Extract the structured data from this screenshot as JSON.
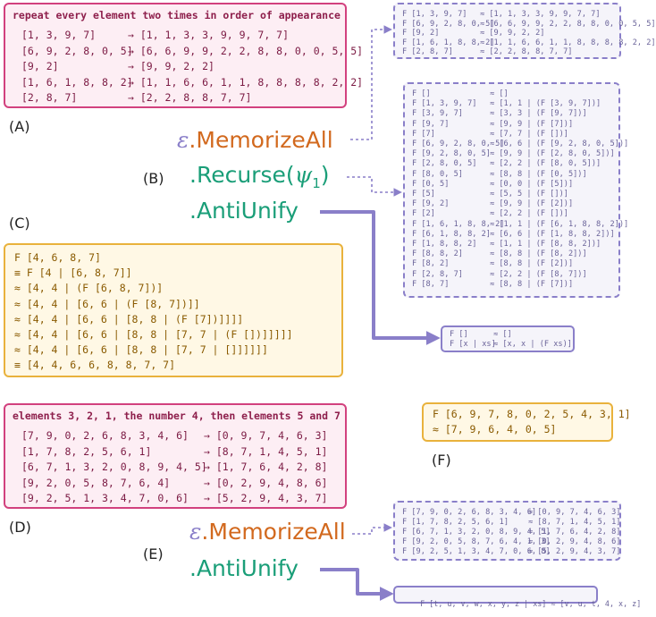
{
  "panels": {
    "a_label": "(A)",
    "b_label": "(B)",
    "c_label": "(C)",
    "d_label": "(D)",
    "e_label": "(E)",
    "f_label": "(F)"
  },
  "task_a": {
    "title": "repeat every element two times in order of appearance",
    "rows": [
      {
        "input": "[1, 3, 9, 7]",
        "output": "→ [1, 1, 3, 3, 9, 9, 7, 7]"
      },
      {
        "input": "[6, 9, 2, 8, 0, 5]",
        "output": "→ [6, 6, 9, 9, 2, 2, 8, 8, 0, 0, 5, 5]"
      },
      {
        "input": "[9, 2]",
        "output": "→ [9, 9, 2, 2]"
      },
      {
        "input": "[1, 6, 1, 8, 8, 2]",
        "output": "→ [1, 1, 6, 6, 1, 1, 8, 8, 8, 8, 2, 2]"
      },
      {
        "input": "[2, 8, 7]",
        "output": "→ [2, 2, 8, 8, 7, 7]"
      }
    ]
  },
  "memo_a": {
    "rows": [
      {
        "lhs": "F [1, 3, 9, 7]",
        "rhs": "≈ [1, 1, 3, 3, 9, 9, 7, 7]"
      },
      {
        "lhs": "F [6, 9, 2, 8, 0, 5]",
        "rhs": "≈ [6, 6, 9, 9, 2, 2, 8, 8, 0, 0, 5, 5]"
      },
      {
        "lhs": "F [9, 2]",
        "rhs": "≈ [9, 9, 2, 2]"
      },
      {
        "lhs": "F [1, 6, 1, 8, 8, 2]",
        "rhs": "≈ [1, 1, 6, 6, 1, 1, 8, 8, 8, 8, 2, 2]"
      },
      {
        "lhs": "F [2, 8, 7]",
        "rhs": "≈ [2, 2, 8, 8, 7, 7]"
      }
    ]
  },
  "recurse_b": {
    "rows": [
      {
        "lhs": "F []",
        "rhs": "≈ []"
      },
      {
        "lhs": "F [1, 3, 9, 7]",
        "rhs": "≈ [1, 1 | (F [3, 9, 7])]"
      },
      {
        "lhs": "F [3, 9, 7]",
        "rhs": "≈ [3, 3 | (F [9, 7])]"
      },
      {
        "lhs": "F [9, 7]",
        "rhs": "≈ [9, 9 | (F [7])]"
      },
      {
        "lhs": "F [7]",
        "rhs": "≈ [7, 7 | (F [])]"
      },
      {
        "lhs": "F [6, 9, 2, 8, 0, 5]",
        "rhs": "≈ [6, 6 | (F [9, 2, 8, 0, 5])]"
      },
      {
        "lhs": "F [9, 2, 8, 0, 5]",
        "rhs": "≈ [9, 9 | (F [2, 8, 0, 5])]"
      },
      {
        "lhs": "F [2, 8, 0, 5]",
        "rhs": "≈ [2, 2 | (F [8, 0, 5])]"
      },
      {
        "lhs": "F [8, 0, 5]",
        "rhs": "≈ [8, 8 | (F [0, 5])]"
      },
      {
        "lhs": "F [0, 5]",
        "rhs": "≈ [0, 0 | (F [5])]"
      },
      {
        "lhs": "F [5]",
        "rhs": "≈ [5, 5 | (F [])]"
      },
      {
        "lhs": "F [9, 2]",
        "rhs": "≈ [9, 9 | (F [2])]"
      },
      {
        "lhs": "F [2]",
        "rhs": "≈ [2, 2 | (F [])]"
      },
      {
        "lhs": "F [1, 6, 1, 8, 8, 2]",
        "rhs": "≈ [1, 1 | (F [6, 1, 8, 8, 2])]"
      },
      {
        "lhs": "F [6, 1, 8, 8, 2]",
        "rhs": "≈ [6, 6 | (F [1, 8, 8, 2])]"
      },
      {
        "lhs": "F [1, 8, 8, 2]",
        "rhs": "≈ [1, 1 | (F [8, 8, 2])]"
      },
      {
        "lhs": "F [8, 8, 2]",
        "rhs": "≈ [8, 8 | (F [8, 2])]"
      },
      {
        "lhs": "F [8, 2]",
        "rhs": "≈ [8, 8 | (F [2])]"
      },
      {
        "lhs": "F [2, 8, 7]",
        "rhs": "≈ [2, 2 | (F [8, 7])]"
      },
      {
        "lhs": "F [8, 7]",
        "rhs": "≈ [8, 8 | (F [7])]"
      }
    ]
  },
  "anti_b": {
    "rows": [
      {
        "lhs": "F []",
        "rhs": "≈ []"
      },
      {
        "lhs": "F [x | xs]",
        "rhs": "≈ [x, x | (F xs)]"
      }
    ]
  },
  "commands_b": {
    "eps": "ε",
    "memorize": ".MemorizeAll",
    "recurse": ".Recurse(",
    "psi": "ψ",
    "psi_sub": "1",
    "close": ")",
    "antiunify": ".AntiUnify"
  },
  "trace_c": {
    "lines": [
      "F [4, 6, 8, 7]",
      "≡ F [4 | [6, 8, 7]]",
      "≈ [4, 4 | (F [6, 8, 7])]",
      "≈ [4, 4 | [6, 6 | (F [8, 7])]]",
      "≈ [4, 4 | [6, 6 | [8, 8 | (F [7])]]]]",
      "≈ [4, 4 | [6, 6 | [8, 8 | [7, 7 | (F [])]]]]]",
      "≈ [4, 4 | [6, 6 | [8, 8 | [7, 7 | []]]]]]",
      "≡ [4, 4, 6, 6, 8, 8, 7, 7]"
    ]
  },
  "task_d": {
    "title": "elements 3, 2, 1, the number 4, then elements 5 and 7",
    "rows": [
      {
        "input": "[7, 9, 0, 2, 6, 8, 3, 4, 6]",
        "output": "→ [0, 9, 7, 4, 6, 3]"
      },
      {
        "input": "[1, 7, 8, 2, 5, 6, 1]",
        "output": "→ [8, 7, 1, 4, 5, 1]"
      },
      {
        "input": "[6, 7, 1, 3, 2, 0, 8, 9, 4, 5]",
        "output": "→ [1, 7, 6, 4, 2, 8]"
      },
      {
        "input": "[9, 2, 0, 5, 8, 7, 6, 4]",
        "output": "→ [0, 2, 9, 4, 8, 6]"
      },
      {
        "input": "[9, 2, 5, 1, 3, 4, 7, 0, 6]",
        "output": "→ [5, 2, 9, 4, 3, 7]"
      }
    ]
  },
  "memo_e": {
    "rows": [
      {
        "lhs": "F [7, 9, 0, 2, 6, 8, 3, 4, 6]",
        "rhs": "≈ [0, 9, 7, 4, 6, 3]"
      },
      {
        "lhs": "F [1, 7, 8, 2, 5, 6, 1]",
        "rhs": "≈ [8, 7, 1, 4, 5, 1]"
      },
      {
        "lhs": "F [6, 7, 1, 3, 2, 0, 8, 9, 4, 5]",
        "rhs": "≈ [1, 7, 6, 4, 2, 8]"
      },
      {
        "lhs": "F [9, 2, 0, 5, 8, 7, 6, 4, 1, 3]",
        "rhs": "≈ [0, 2, 9, 4, 8, 6]"
      },
      {
        "lhs": "F [9, 2, 5, 1, 3, 4, 7, 0, 6, 8]",
        "rhs": "≈ [5, 2, 9, 4, 3, 7]"
      }
    ]
  },
  "anti_e": {
    "lhs": "F [t, u, v, w, x, y, z | xs]",
    "rhs": "≈ [v, u, t, 4, x, z]"
  },
  "commands_e": {
    "eps": "ε",
    "memorize": ".MemorizeAll",
    "antiunify": ".AntiUnify"
  },
  "trace_f": {
    "lines": [
      "F [6, 9, 7, 8, 0, 2, 5, 4, 3, 1]",
      "≈ [7, 9, 6, 4, 0, 5]"
    ]
  },
  "colors": {
    "pink": "#d2417e",
    "yellow": "#e9b23c",
    "purple": "#8a7fc9",
    "orange": "#d2691e",
    "teal": "#1a9e78"
  }
}
